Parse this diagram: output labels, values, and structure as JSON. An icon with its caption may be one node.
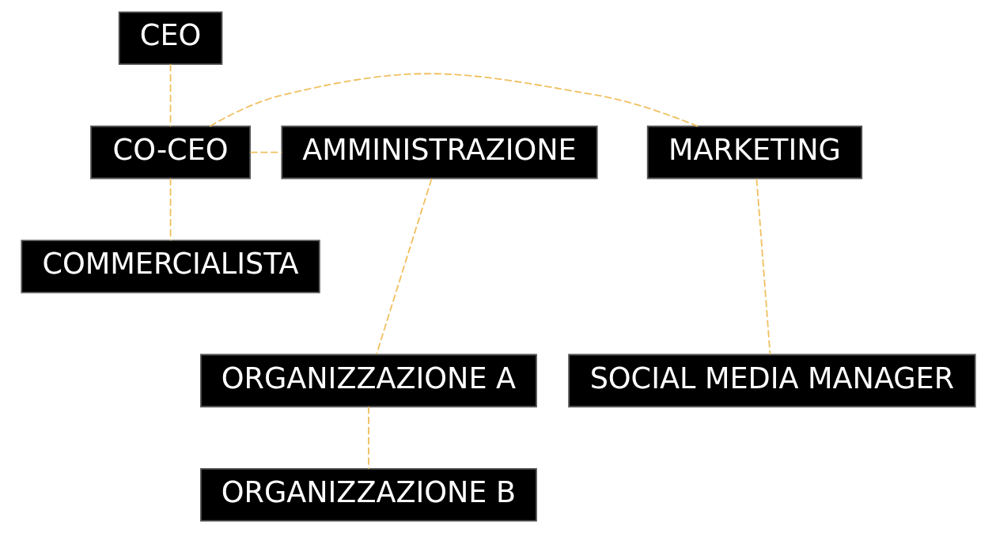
{
  "diagram": {
    "nodes": [
      {
        "text": [
          "CEO"
        ]
      },
      {
        "text": [
          "MARKETING"
        ]
      },
      {
        "text": [
          "CO-CEO"
        ]
      },
      {
        "text": [
          "AMMINISTRAZIONE"
        ]
      },
      {
        "text": [
          "COMMERCIALISTA"
        ]
      },
      {
        "text": [
          "SOCIAL MEDIA MANAGER"
        ]
      },
      {
        "text": [
          "ORGANIZZAZIONE A"
        ]
      },
      {
        "text": [
          "ORGANIZZAZIONE B"
        ]
      }
    ],
    "edges": [
      {
        "from": 0,
        "to": 2,
        "arrow": "none",
        "style": "dashed",
        "color": "#f0c060"
      },
      {
        "from": 2,
        "to": 1,
        "arrow": "none",
        "style": "dashed",
        "color": "#f0c060"
      },
      {
        "from": 2,
        "to": 3,
        "arrow": "none",
        "style": "dashed",
        "color": "#f0c060"
      },
      {
        "from": 2,
        "to": 4,
        "arrow": "none",
        "style": "dashed",
        "color": "#f0c060"
      },
      {
        "from": 1,
        "to": 5,
        "arrow": "none",
        "style": "dashed",
        "color": "#f0c060"
      },
      {
        "from": 3,
        "to": 6,
        "arrow": "none",
        "style": "dashed",
        "color": "#f0c060"
      },
      {
        "from": 6,
        "to": 7,
        "arrow": "none",
        "style": "dashed",
        "color": "#f0c060"
      }
    ]
  }
}
